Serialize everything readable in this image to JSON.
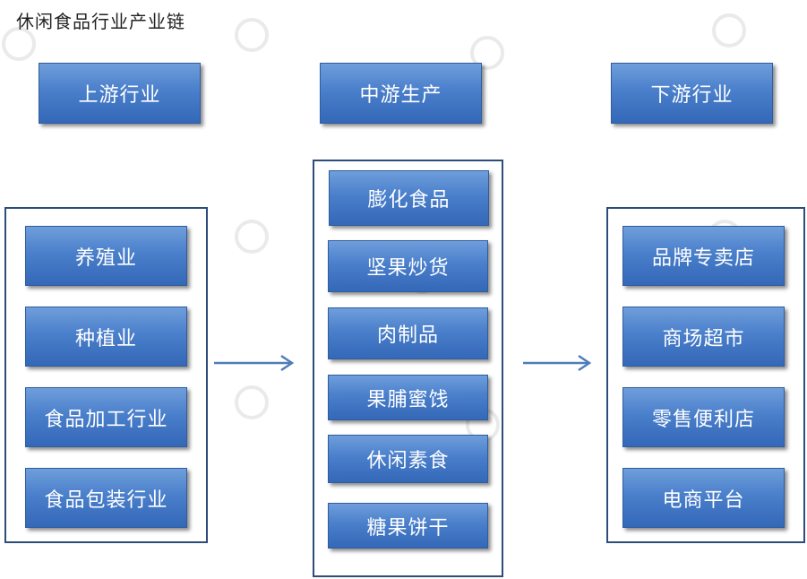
{
  "title": "休闲食品行业产业链",
  "headers": {
    "upstream": "上游行业",
    "midstream": "中游生产",
    "downstream": "下游行业"
  },
  "upstream_items": [
    "养殖业",
    "种植业",
    "食品加工行业",
    "食品包装行业"
  ],
  "midstream_items": [
    "膨化食品",
    "坚果炒货",
    "肉制品",
    "果脯蜜饯",
    "休闲素食",
    "糖果饼干"
  ],
  "downstream_items": [
    "品牌专卖店",
    "商场超市",
    "零售便利店",
    "电商平台"
  ],
  "colors": {
    "box_fill": "#4a7fcb",
    "frame_border": "#2c4d7a",
    "arrow": "#4f7db8"
  }
}
